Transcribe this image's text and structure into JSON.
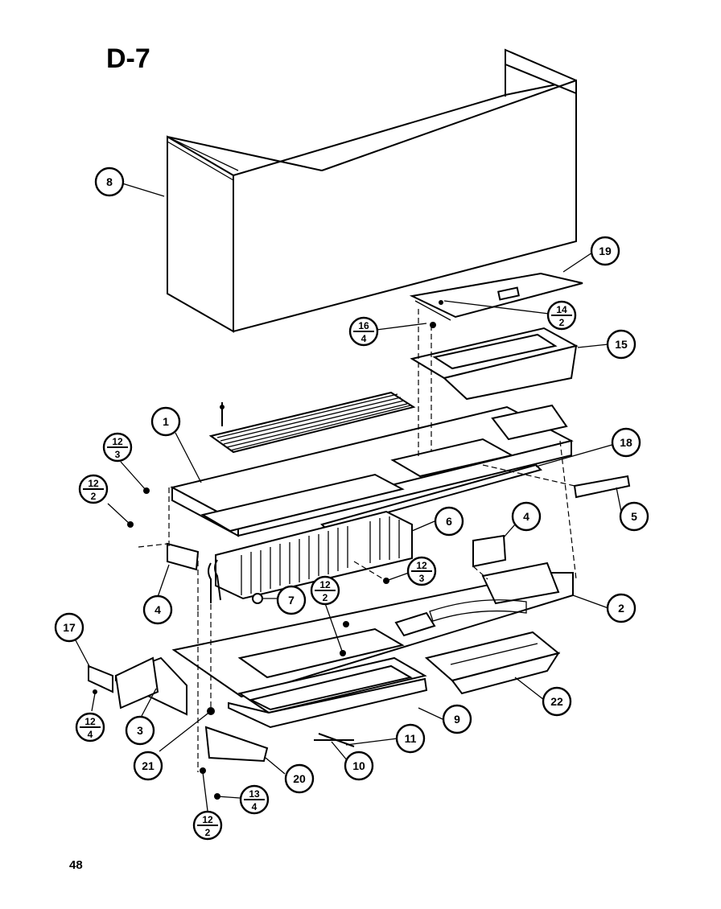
{
  "diagram": {
    "title": "D-7",
    "page_number": "48",
    "callouts": [
      {
        "id": "c8",
        "num": "8"
      },
      {
        "id": "c19",
        "num": "19"
      },
      {
        "id": "c14",
        "num": "14",
        "sub": "2"
      },
      {
        "id": "c16",
        "num": "16",
        "sub": "4"
      },
      {
        "id": "c15",
        "num": "15"
      },
      {
        "id": "c1",
        "num": "1"
      },
      {
        "id": "c18",
        "num": "18"
      },
      {
        "id": "c12a",
        "num": "12",
        "sub": "3"
      },
      {
        "id": "c12b",
        "num": "12",
        "sub": "2"
      },
      {
        "id": "c5",
        "num": "5"
      },
      {
        "id": "c6",
        "num": "6"
      },
      {
        "id": "c4a",
        "num": "4"
      },
      {
        "id": "c12c",
        "num": "12",
        "sub": "3"
      },
      {
        "id": "c12d",
        "num": "12",
        "sub": "2"
      },
      {
        "id": "c7",
        "num": "7"
      },
      {
        "id": "c4b",
        "num": "4"
      },
      {
        "id": "c2",
        "num": "2"
      },
      {
        "id": "c17",
        "num": "17"
      },
      {
        "id": "c22",
        "num": "22"
      },
      {
        "id": "c9",
        "num": "9"
      },
      {
        "id": "c12e",
        "num": "12",
        "sub": "4"
      },
      {
        "id": "c3",
        "num": "3"
      },
      {
        "id": "c11",
        "num": "11"
      },
      {
        "id": "c21",
        "num": "21"
      },
      {
        "id": "c10",
        "num": "10"
      },
      {
        "id": "c20",
        "num": "20"
      },
      {
        "id": "c13",
        "num": "13",
        "sub": "4"
      },
      {
        "id": "c12f",
        "num": "12",
        "sub": "2"
      }
    ]
  }
}
